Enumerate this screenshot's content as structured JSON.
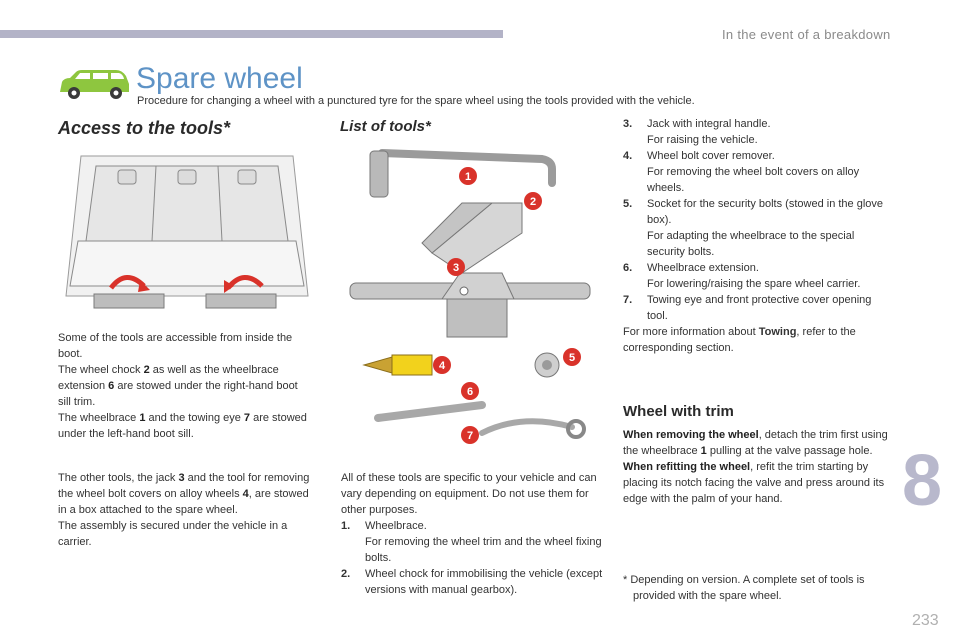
{
  "header": {
    "section_label": "In the event of a breakdown",
    "chapter_number": "8",
    "page_number": "233"
  },
  "title": "Spare wheel",
  "subtitle": "Procedure for changing a wheel with a punctured tyre for the spare wheel using the tools provided with the vehicle.",
  "icons": {
    "car": "car-icon"
  },
  "colors": {
    "title": "#5e93c6",
    "car_icon": "#8ec63f",
    "callout": "#d9322a",
    "bar": "#b3b3c7",
    "chapter": "#b8b8cc"
  },
  "access": {
    "heading": "Access to the tools*",
    "p1_a": "Some of the tools are accessible from inside the boot.",
    "p1_b_pre": "The wheel chock ",
    "p1_b_n2": "2",
    "p1_b_mid": " as well as the wheelbrace extension ",
    "p1_b_n6": "6",
    "p1_b_post": " are stowed under the right-hand boot sill trim.",
    "p1_c_pre": "The wheelbrace ",
    "p1_c_n1": "1",
    "p1_c_mid": " and the towing eye ",
    "p1_c_n7": "7",
    "p1_c_post": " are stowed under the left-hand boot sill.",
    "p2_a_pre": "The other tools, the jack ",
    "p2_a_n3": "3",
    "p2_a_mid": " and the tool for removing the wheel bolt covers on alloy wheels ",
    "p2_a_n4": "4",
    "p2_a_post": ", are stowed in a box attached to the spare wheel.",
    "p2_b": "The assembly is secured under the vehicle in a carrier."
  },
  "tools": {
    "heading": "List of tools*",
    "callouts": [
      "1",
      "2",
      "3",
      "4",
      "5",
      "6",
      "7"
    ],
    "intro": "All of these tools are specific to your vehicle and can vary depending on equipment. Do not use them for other purposes.",
    "items": [
      {
        "num": "1.",
        "name": "Wheelbrace.",
        "desc": "For removing the wheel trim and the wheel fixing bolts."
      },
      {
        "num": "2.",
        "name": "Wheel chock for immobilising the vehicle (except versions with manual gearbox).",
        "desc": ""
      },
      {
        "num": "3.",
        "name": "Jack with integral handle.",
        "desc": "For raising the vehicle."
      },
      {
        "num": "4.",
        "name": "Wheel bolt cover remover.",
        "desc": "For removing the wheel bolt covers on alloy wheels."
      },
      {
        "num": "5.",
        "name": "Socket for the security bolts (stowed in the glove box).",
        "desc": "For adapting the wheelbrace to the special security bolts."
      },
      {
        "num": "6.",
        "name": "Wheelbrace extension.",
        "desc": "For lowering/raising the spare wheel carrier."
      },
      {
        "num": "7.",
        "name": "Towing eye and front protective cover opening tool.",
        "desc": ""
      }
    ],
    "more_pre": "For more information about ",
    "more_bold": "Towing",
    "more_post": ", refer to the corresponding section."
  },
  "trim": {
    "heading": "Wheel with trim",
    "remove_bold": "When removing the wheel",
    "remove_pre": ", detach the trim first using the wheelbrace ",
    "remove_n1": "1",
    "remove_post": " pulling at the valve passage hole.",
    "refit_bold": "When refitting the wheel",
    "refit_text": ", refit the trim starting by placing its notch facing the valve and press around its edge with the palm of your hand."
  },
  "footnote": "* Depending on version. A complete set of tools is provided with the spare wheel."
}
